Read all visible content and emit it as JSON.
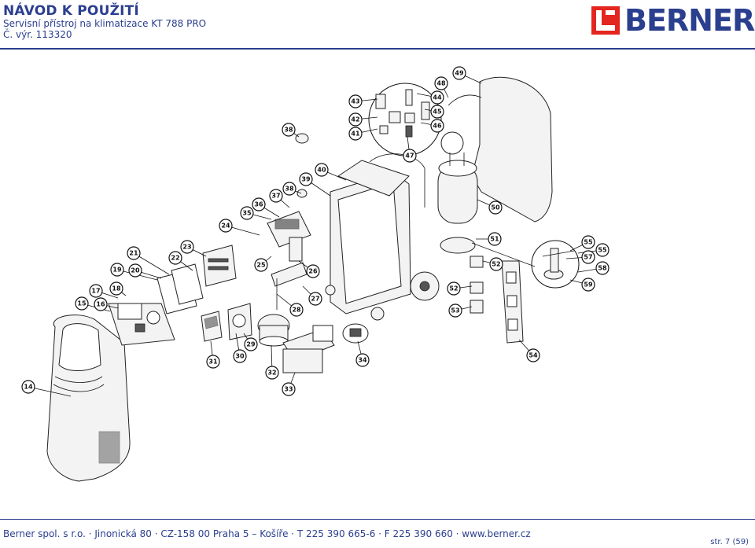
{
  "header": {
    "title": "NÁVOD K POUŽITÍ",
    "subtitle": "Servisní přístroj na klimatizace KT 788 PRO",
    "doc_number": "Č. výr. 113320",
    "logo_text": "BERNER"
  },
  "colors": {
    "brand_blue": "#2b3f8f",
    "logo_red": "#e3261f"
  },
  "diagram": {
    "callouts": [
      {
        "n": "14"
      },
      {
        "n": "15"
      },
      {
        "n": "16"
      },
      {
        "n": "17"
      },
      {
        "n": "18"
      },
      {
        "n": "19"
      },
      {
        "n": "20"
      },
      {
        "n": "21"
      },
      {
        "n": "22"
      },
      {
        "n": "23"
      },
      {
        "n": "24"
      },
      {
        "n": "25"
      },
      {
        "n": "26"
      },
      {
        "n": "27"
      },
      {
        "n": "28"
      },
      {
        "n": "29"
      },
      {
        "n": "30"
      },
      {
        "n": "31"
      },
      {
        "n": "32"
      },
      {
        "n": "33"
      },
      {
        "n": "34"
      },
      {
        "n": "35"
      },
      {
        "n": "36"
      },
      {
        "n": "37"
      },
      {
        "n": "38"
      },
      {
        "n": "38"
      },
      {
        "n": "39"
      },
      {
        "n": "40"
      },
      {
        "n": "41"
      },
      {
        "n": "42"
      },
      {
        "n": "43"
      },
      {
        "n": "44"
      },
      {
        "n": "45"
      },
      {
        "n": "46"
      },
      {
        "n": "47"
      },
      {
        "n": "48"
      },
      {
        "n": "49"
      },
      {
        "n": "50"
      },
      {
        "n": "51"
      },
      {
        "n": "52"
      },
      {
        "n": "52"
      },
      {
        "n": "53"
      },
      {
        "n": "54"
      },
      {
        "n": "55"
      },
      {
        "n": "55"
      },
      {
        "n": "57"
      },
      {
        "n": "58"
      },
      {
        "n": "59"
      }
    ]
  },
  "footer": {
    "text": "Berner spol. s r.o. · Jinonická 80 · CZ-158 00 Praha 5 – Košíře · T 225 390  665-6 · F 225 390 660 · www.berner.cz",
    "page": "str. 7 (59)"
  }
}
